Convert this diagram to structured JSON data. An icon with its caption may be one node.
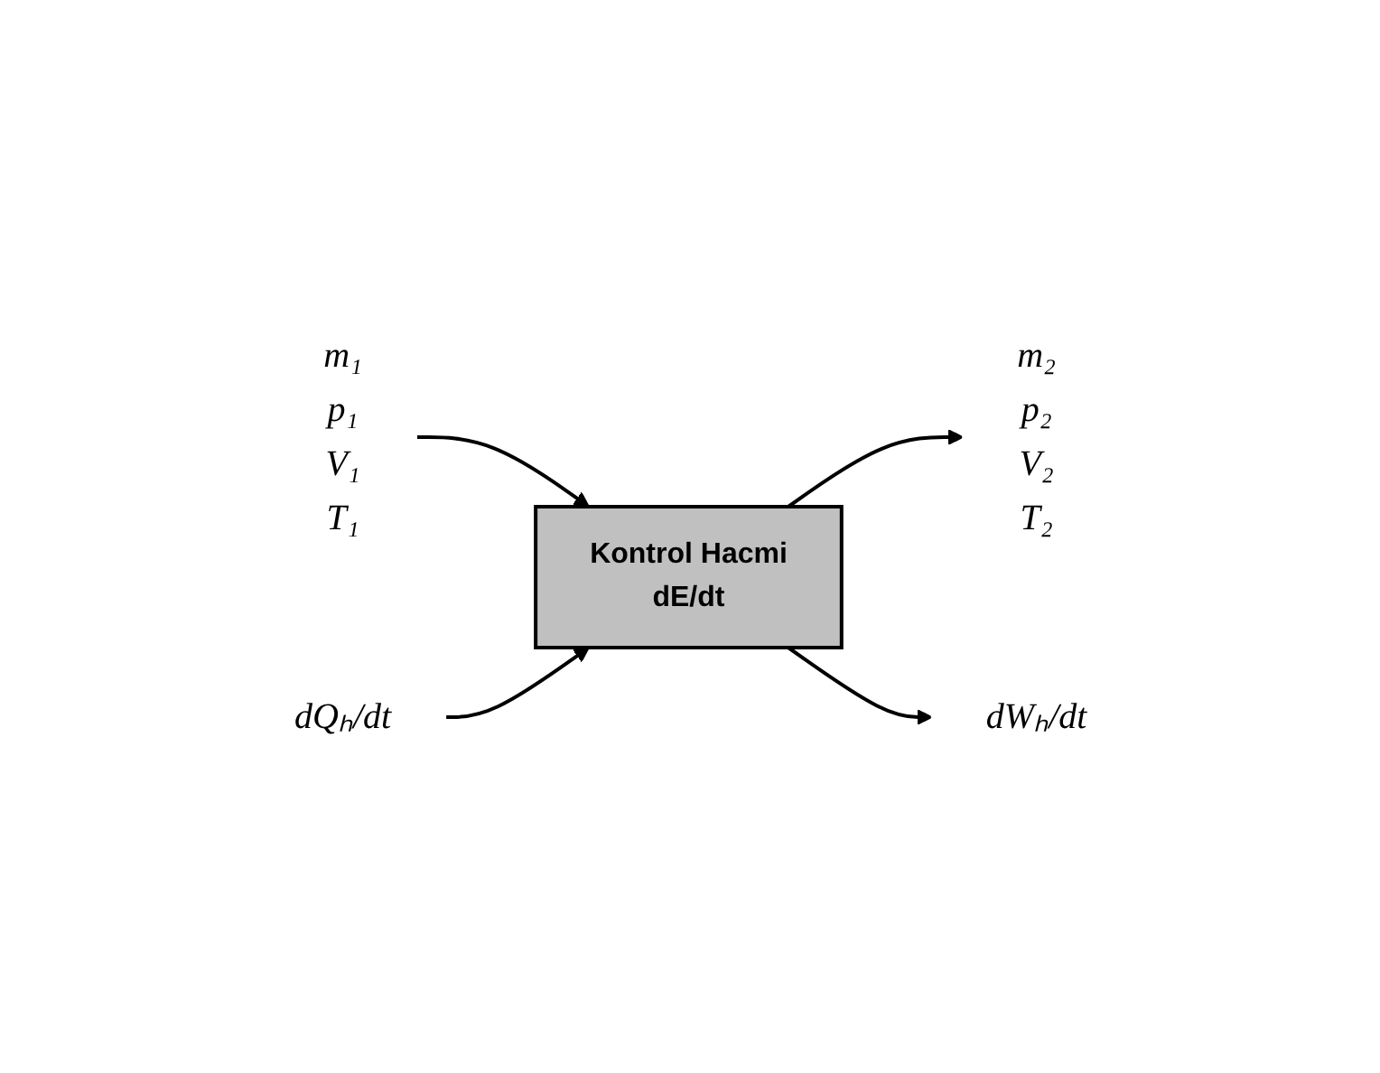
{
  "diagram": {
    "nodes": [
      {
        "text": [
          "Kontrol Hacmi",
          "dE/dt"
        ]
      },
      {
        "text": [
          "m₁",
          "p₁",
          "V₁",
          "T₁"
        ]
      },
      {
        "text": [
          "m₂",
          "p₂",
          "V₂",
          "T₂"
        ]
      },
      {
        "text": [
          "dWₕ/dt"
        ]
      },
      {
        "text": [
          "dQₕ/dt"
        ]
      }
    ],
    "edges": [
      {
        "from": 1,
        "to": 0,
        "arrow": "to"
      },
      {
        "from": 0,
        "to": 2,
        "arrow": "to"
      },
      {
        "from": 0,
        "to": 3,
        "arrow": "to"
      },
      {
        "from": 4,
        "to": 0,
        "arrow": "to"
      }
    ]
  }
}
